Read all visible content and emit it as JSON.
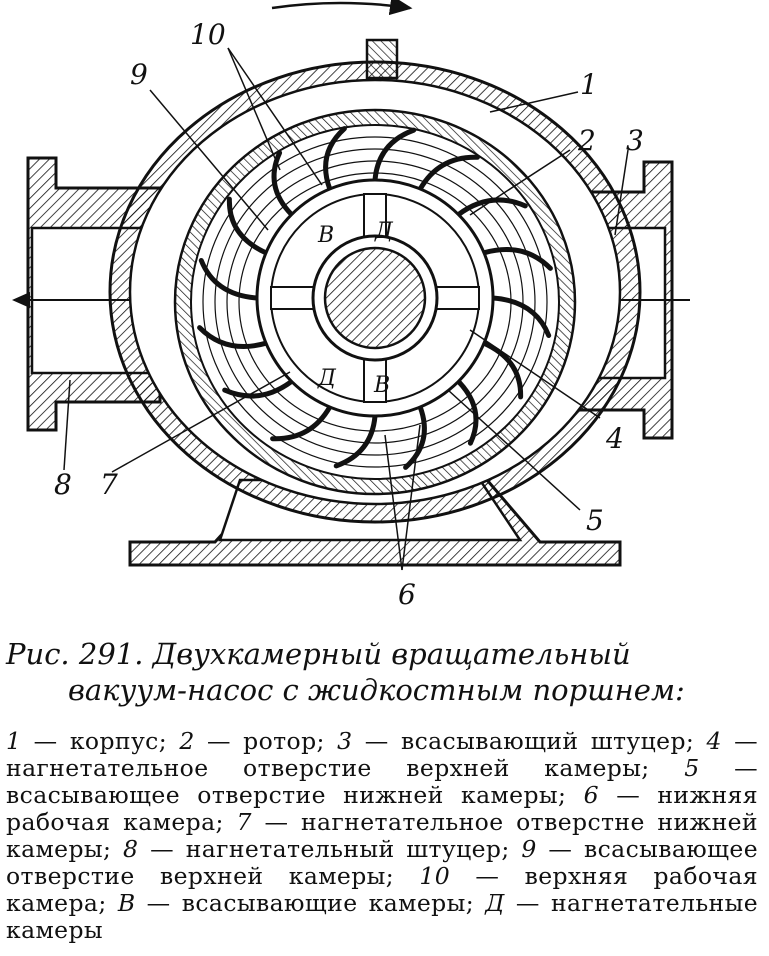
{
  "figure": {
    "callouts": [
      {
        "id": "1",
        "text": "1"
      },
      {
        "id": "2",
        "text": "2"
      },
      {
        "id": "3",
        "text": "3"
      },
      {
        "id": "4",
        "text": "4"
      },
      {
        "id": "5",
        "text": "5"
      },
      {
        "id": "6",
        "text": "6"
      },
      {
        "id": "7",
        "text": "7"
      },
      {
        "id": "8",
        "text": "8"
      },
      {
        "id": "9",
        "text": "9"
      },
      {
        "id": "10",
        "text": "10"
      }
    ],
    "port_letters": {
      "suction": "В",
      "discharge": "Д"
    }
  },
  "caption": {
    "prefix": "Рис. 291.",
    "title_line1": "Двухкамерный вращательный",
    "title_line2": "вакуум-насос с жидкостным поршнем:"
  },
  "legend": [
    {
      "num": "1",
      "text": "корпус;"
    },
    {
      "num": "2",
      "text": "ротор;"
    },
    {
      "num": "3",
      "text": "всасывающий штуцер;"
    },
    {
      "num": "4",
      "text": "нагнетательное отверстие верхней камеры;"
    },
    {
      "num": "5",
      "text": "всасывающее отверстие нижней камеры;"
    },
    {
      "num": "6",
      "text": "нижняя рабочая камера;"
    },
    {
      "num": "7",
      "text": "нагнетательное отверстне нижней камеры;"
    },
    {
      "num": "8",
      "text": "нагнетательный штуцер;"
    },
    {
      "num": "9",
      "text": "всасывающее отверстие верхней камеры;"
    },
    {
      "num": "10",
      "text": "верхняя рабочая камера;"
    },
    {
      "num": "В",
      "text": "всасывающие камеры;"
    },
    {
      "num": "Д",
      "text": "нагнетательные камеры"
    }
  ]
}
